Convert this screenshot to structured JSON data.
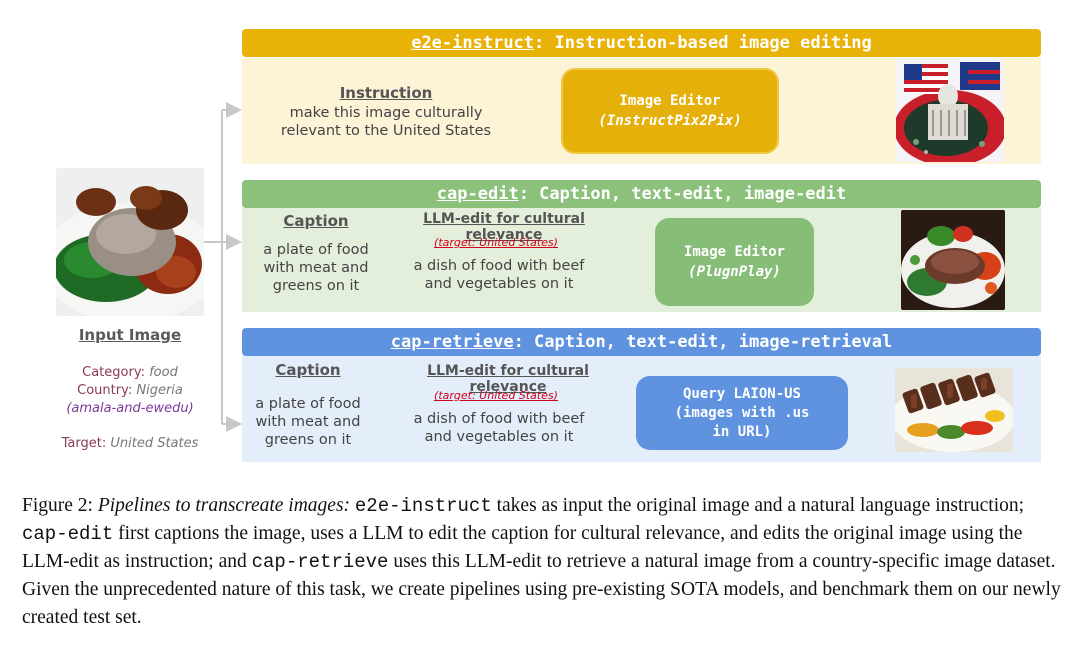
{
  "input": {
    "title": "Input Image",
    "category_label": "Category",
    "category_value": "food",
    "country_label": "Country",
    "country_value": "Nigeria",
    "dish": "(amala-and-ewedu)",
    "target_label": "Target",
    "target_value": "United States"
  },
  "e2e": {
    "name": "e2e-instruct",
    "title_rest": ": Instruction-based image editing",
    "instruction_heading": "Instruction",
    "instruction_line1": "make this image culturally",
    "instruction_line2": "relevant to the United States",
    "editor_line1": "Image Editor",
    "editor_line2": "(InstructPix2Pix)"
  },
  "capedit": {
    "name": "cap-edit",
    "title_rest": ": Caption, text-edit, image-edit",
    "caption_heading": "Caption",
    "caption_line1": "a plate of food",
    "caption_line2": "with meat and",
    "caption_line3": "greens on it",
    "llm_heading": "LLM-edit for cultural relevance",
    "llm_target": "(target: United States)",
    "llm_line1": "a dish of food with beef",
    "llm_line2": "and vegetables on it",
    "editor_line1": "Image Editor",
    "editor_line2": "(PlugnPlay)"
  },
  "capretrieve": {
    "name": "cap-retrieve",
    "title_rest": ": Caption, text-edit, image-retrieval",
    "caption_heading": "Caption",
    "caption_line1": "a plate of food",
    "caption_line2": "with meat and",
    "caption_line3": "greens on it",
    "llm_heading": "LLM-edit for cultural relevance",
    "llm_target": "(target: United States)",
    "llm_line1": "a dish of food with beef",
    "llm_line2": "and vegetables on it",
    "query_line1": "Query LAION-US",
    "query_line2": "(images with .us",
    "query_line3": "in URL)"
  },
  "figure_caption": {
    "label": "Figure 2:",
    "title": "Pipelines to transcreate images:",
    "code1": "e2e-instruct",
    "text1": "takes as input the original image and a natural language instruction;",
    "code2": "cap-edit",
    "text2": "first captions the image, uses a LLM to edit the caption for cultural relevance, and edits the original image using the LLM-edit as instruction; and",
    "code3": "cap-retrieve",
    "text3": "uses this LLM-edit to retrieve a natural image from a country-specific image dataset. Given the unprecedented nature of this task, we create pipelines using pre-existing SOTA models, and benchmark them on our newly created test set."
  },
  "colors": {
    "yellow_bar": "#e9b208",
    "yellow_panel": "#fdf3d6",
    "yellow_box": "#e6b00b",
    "green_bar": "#8cc17c",
    "green_panel": "#e3efda",
    "green_box": "#86be78",
    "blue_bar": "#5f93e0",
    "blue_panel": "#e4edfa",
    "blue_box": "#5f93e0",
    "purple_text": "#8b3a8f",
    "red_target": "#d0021b"
  },
  "icons": [
    "arrow-icon",
    "american-flag-icon",
    "capitol-icon"
  ]
}
